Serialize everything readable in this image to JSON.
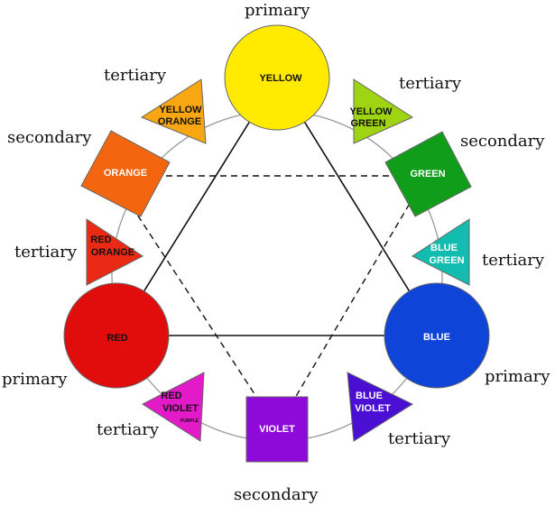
{
  "diagram": {
    "roles": {
      "primary": "primary",
      "secondary": "secondary",
      "tertiary": "tertiary"
    },
    "colors": {
      "yellow": {
        "label": "YELLOW",
        "hex": "#ffea00"
      },
      "yellow_green": {
        "label_line1": "YELLOW",
        "label_line2": "GREEN",
        "hex": "#9ed411"
      },
      "green": {
        "label": "GREEN",
        "hex": "#109d1a"
      },
      "blue_green": {
        "label_line1": "BLUE",
        "label_line2": "GREEN",
        "hex": "#12bdb0"
      },
      "blue": {
        "label": "BLUE",
        "hex": "#0f44d9"
      },
      "blue_violet": {
        "label_line1": "BLUE",
        "label_line2": "VIOLET",
        "hex": "#4a0fd2"
      },
      "violet": {
        "label": "VIOLET",
        "hex": "#8e0ad9"
      },
      "red_violet": {
        "label_line1": "RED",
        "label_line2": "VIOLET",
        "small_label": "PURPLE",
        "hex": "#e21ac8"
      },
      "red": {
        "label": "RED",
        "hex": "#e10d0d"
      },
      "red_orange": {
        "label_line1": "RED",
        "label_line2": "ORANGE",
        "hex": "#ea2a14"
      },
      "orange": {
        "label": "ORANGE",
        "hex": "#f3650f"
      },
      "yellow_orange": {
        "label_line1": "YELLOW",
        "label_line2": "ORANGE",
        "hex": "#f8a712"
      }
    }
  }
}
